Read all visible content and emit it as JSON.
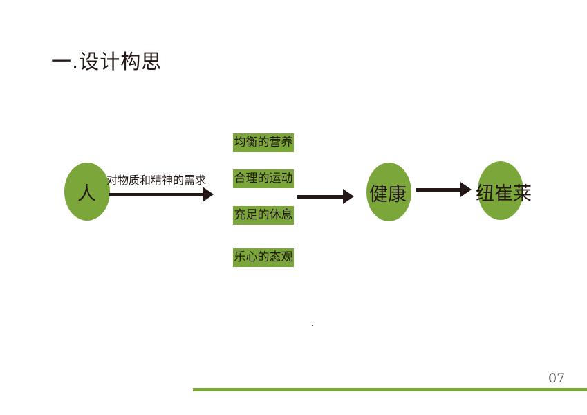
{
  "title": "一.设计构思",
  "nodes": {
    "person": "人",
    "health": "健康",
    "brand": "纽崔莱"
  },
  "arrow_label": "对物质和精神的需求",
  "needs": [
    "均衡的营养",
    "合理的运动",
    "充足的休息",
    "乐心的态观"
  ],
  "page_number": "07",
  "colors": {
    "accent": "#7aa63a",
    "ink": "#231815"
  }
}
